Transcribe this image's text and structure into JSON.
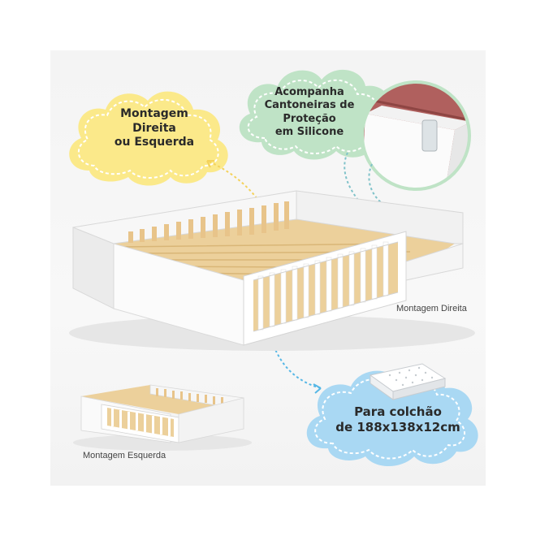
{
  "callouts": {
    "mounting": [
      "Montagem",
      "Direita",
      "ou Esquerda"
    ],
    "corners": [
      "Acompanha",
      "Cantoneiras de Proteção",
      "em Silicone"
    ],
    "mattress": [
      "Para colchão",
      "de 188x138x12cm"
    ]
  },
  "captions": {
    "right": "Montagem Direita",
    "left": "Montagem Esquerda"
  },
  "colors": {
    "yellow_cloud": "#fbe98a",
    "green_cloud": "#bfe3c6",
    "blue_cloud": "#a9d8f3",
    "wood": "#e9c98f",
    "frame": "#ffffff"
  }
}
